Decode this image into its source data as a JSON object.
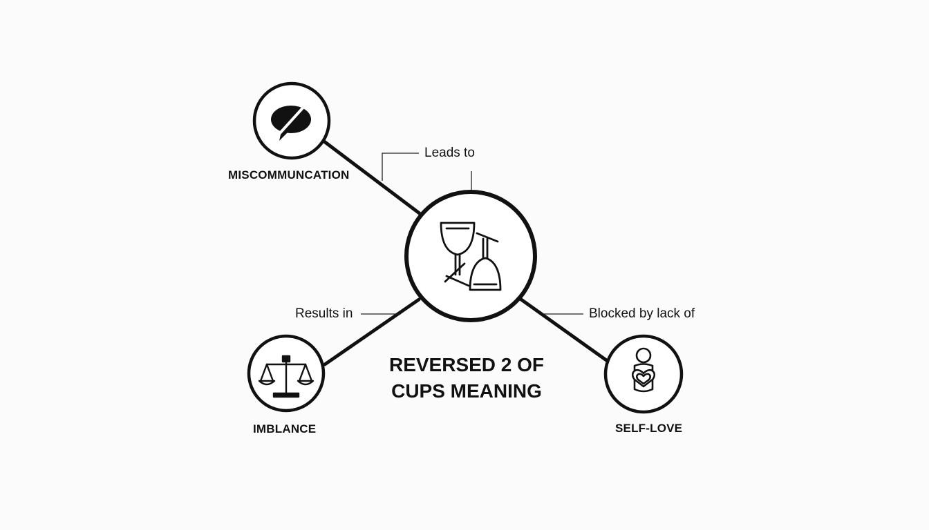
{
  "diagram": {
    "title_lines": [
      "REVERSED 2 OF",
      "CUPS MEANING"
    ],
    "nodes": {
      "center": {
        "icon": "reversed-cups-icon"
      },
      "miscommunication": {
        "label": "MISCOMMUNCATION",
        "icon": "broken-speech-bubble-icon"
      },
      "imbalance": {
        "label": "IMBLANCE",
        "icon": "scales-icon"
      },
      "self_love": {
        "label": "SELF-LOVE",
        "icon": "person-heart-icon"
      }
    },
    "edges": {
      "leads_to": "Leads to",
      "results_in": "Results in",
      "blocked_by": "Blocked by lack of"
    },
    "colors": {
      "ink": "#111111",
      "background": "#fbfbfb"
    }
  }
}
